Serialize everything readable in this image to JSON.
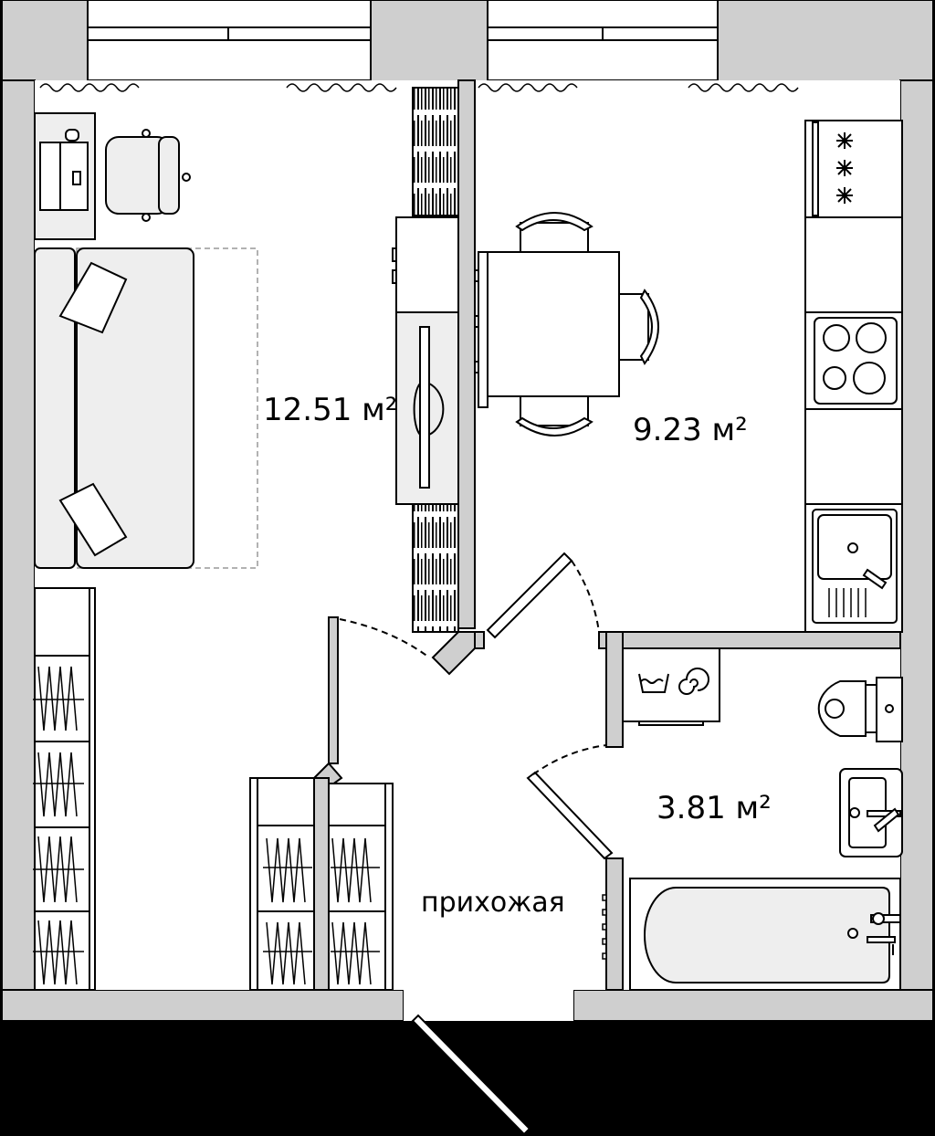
{
  "rooms": {
    "living": {
      "area": "12.51 м²"
    },
    "kitchen": {
      "area": "9.23 м²"
    },
    "bathroom": {
      "area": "3.81 м²"
    },
    "hallway": {
      "name": "прихожая"
    }
  },
  "colors": {
    "background": "#000000",
    "wall": "#cfcfcf",
    "floor": "#ffffff",
    "furniture": "#eeeeee",
    "line": "#000000"
  },
  "icons": [
    "desk-icon",
    "laptop-icon",
    "office-chair-icon",
    "sofa-icon",
    "pillow-icon",
    "bookshelf-icon",
    "tv-icon",
    "dining-table-icon",
    "chair-icon",
    "stove-icon",
    "cooktop-icon",
    "kitchen-sink-icon",
    "wardrobe-icon",
    "washing-machine-icon",
    "toilet-icon",
    "washbasin-icon",
    "bathtub-icon",
    "door-swing-icon",
    "window-icon",
    "radiator-icon"
  ]
}
